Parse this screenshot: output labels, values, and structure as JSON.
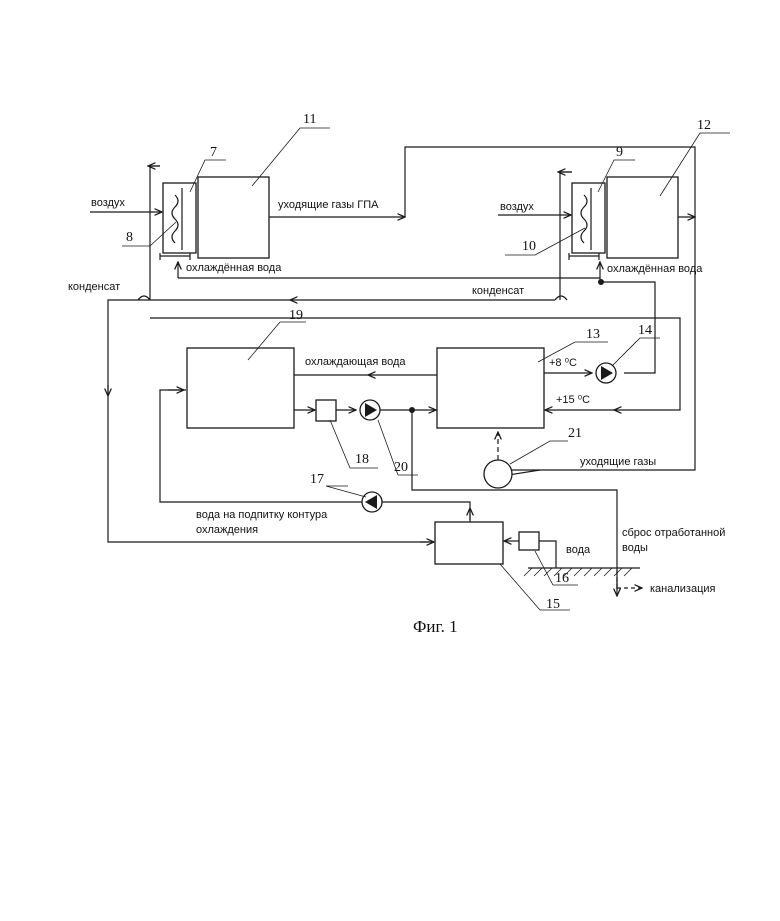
{
  "labels": {
    "air_left": "воздух",
    "air_right": "воздух",
    "exhaust_gpa": "уходящие газы ГПА",
    "cooled_water_left": "охлаждённая вода",
    "cooled_water_right": "охлаждённая вода",
    "condensate_left": "конденсат",
    "condensate_mid": "конденсат",
    "cooling_water": "охлаждающая вода",
    "temp_8": "+8 ⁰С",
    "temp_15": "+15 ⁰С",
    "exhaust_gases": "уходящие газы",
    "makeup_water_1": "вода на подпитку контура",
    "makeup_water_2": "охлаждения",
    "discharge_1": "сброс отработанной",
    "discharge_2": "воды",
    "water": "вода",
    "sewer": "канализация"
  },
  "numbers": {
    "n7": "7",
    "n8": "8",
    "n9": "9",
    "n10": "10",
    "n11": "11",
    "n12": "12",
    "n13": "13",
    "n14": "14",
    "n15": "15",
    "n16": "16",
    "n17": "17",
    "n18": "18",
    "n19": "19",
    "n20": "20",
    "n21": "21"
  },
  "caption": "Фиг. 1"
}
